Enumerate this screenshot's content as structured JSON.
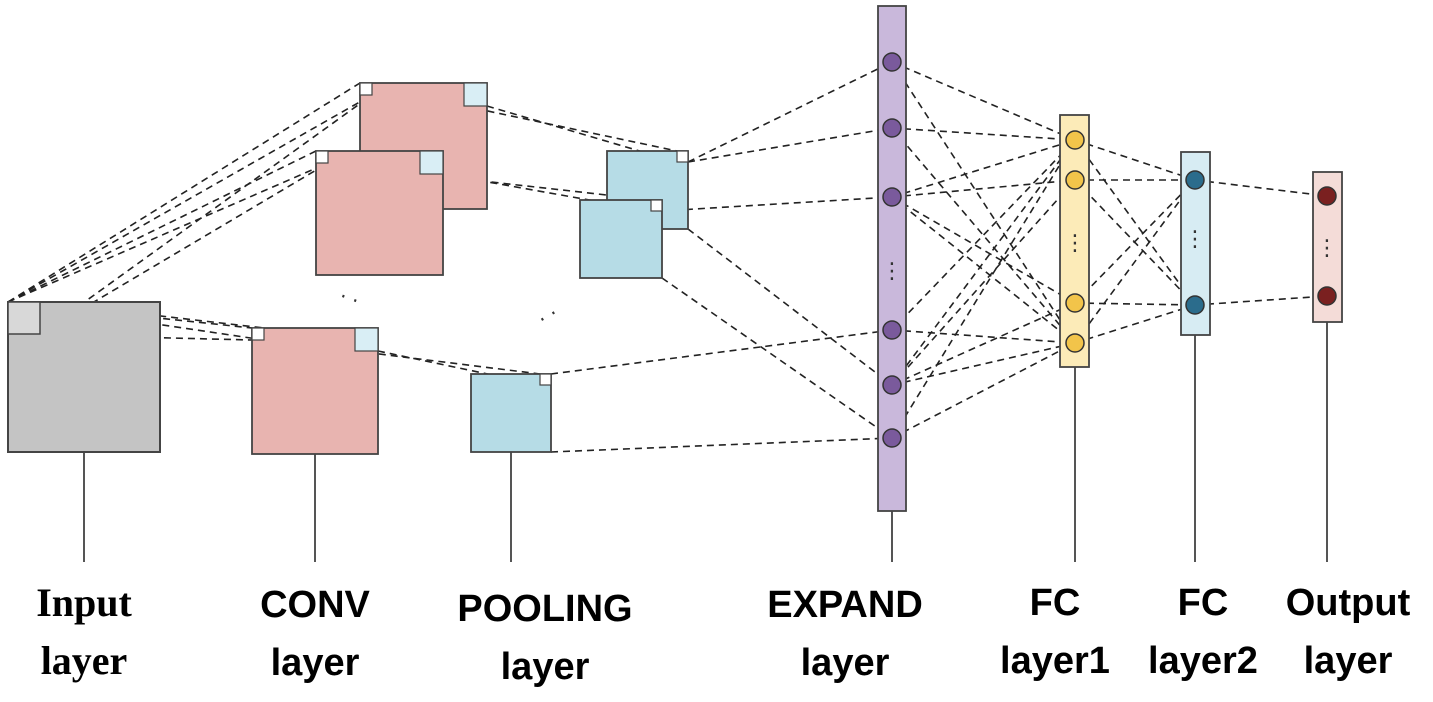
{
  "labels": {
    "input": [
      "Input",
      "layer"
    ],
    "conv": [
      "CONV",
      "layer"
    ],
    "pooling": [
      "POOLING",
      "layer"
    ],
    "expand": [
      "EXPAND",
      "layer"
    ],
    "fc1": [
      "FC",
      "layer1"
    ],
    "fc2": [
      "FC",
      "layer2"
    ],
    "output": [
      "Output",
      "layer"
    ]
  },
  "colors": {
    "input_map": "#c4c4c4",
    "conv_map": "#e8b4b0",
    "pool_map": "#b6dce6",
    "kernel": "#d9eef5",
    "expand_bar": "#c9b8db",
    "expand_node": "#7a5a9c",
    "fc1_bar": "#fcebb8",
    "fc1_node": "#f2c44a",
    "fc2_bar": "#d7ecf3",
    "fc2_node": "#2b6c8c",
    "out_bar": "#f4dcd8",
    "out_node": "#7a2020"
  },
  "ellipsis": "⋮"
}
